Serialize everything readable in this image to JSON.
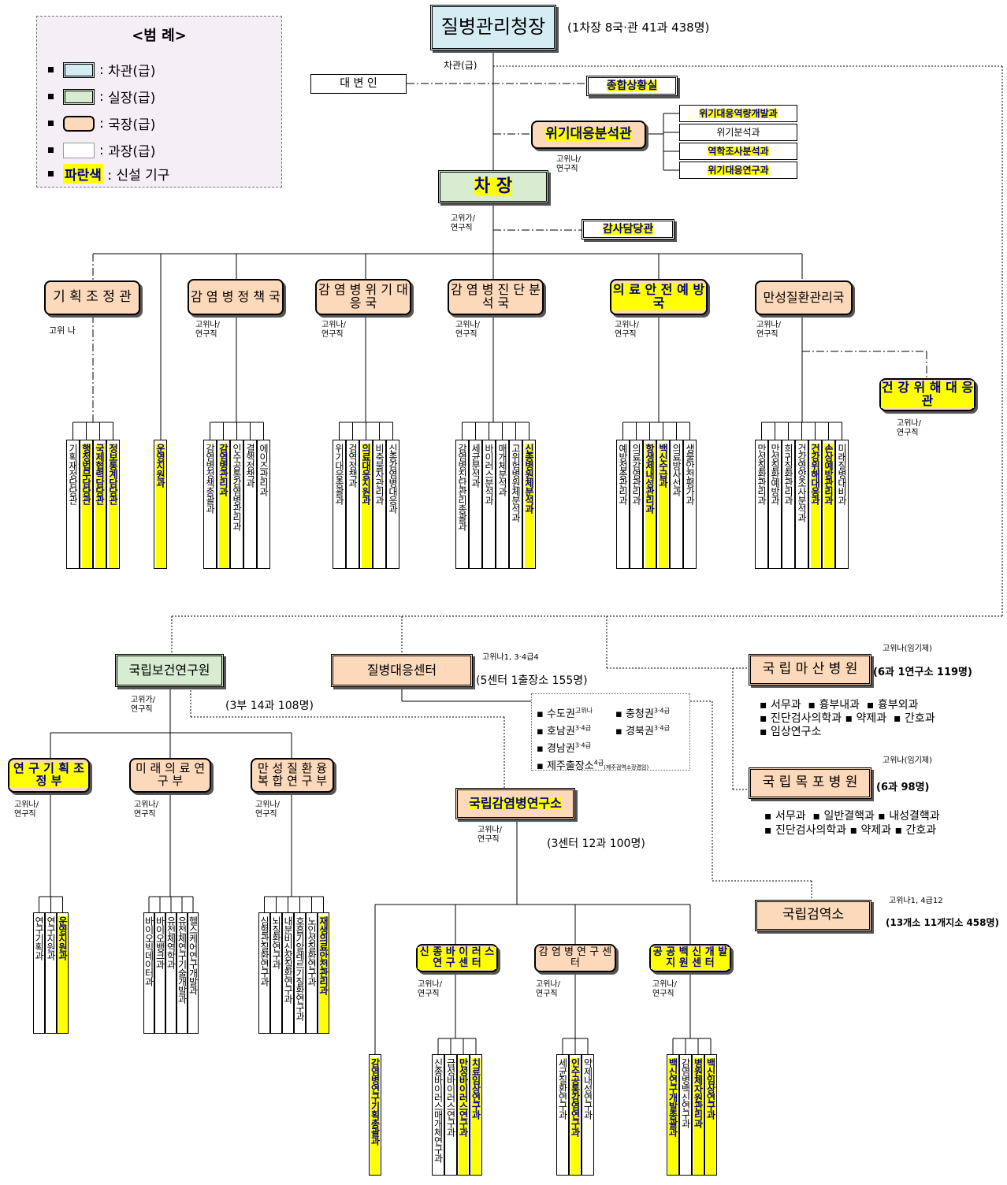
{
  "legend": {
    "title": "<범 례>",
    "items": [
      "차관(급)",
      "실장(급)",
      "국장(급)",
      "과장(급)"
    ],
    "new_label": "파란색",
    "new_desc": ": 신설 기구",
    "colon": ":"
  },
  "head": {
    "title": "질병관리청장",
    "summary": "(1차장 8국·관 41과 438명)",
    "grade": "차관(급)"
  },
  "hq": {
    "spokesman": "대 변 인",
    "situation_room": "종합상황실",
    "crisis_analyst": "위기대응분석관",
    "crisis_note": "고위나/\n연구직",
    "crisis_units": [
      "위기대응역량개발과",
      "위기분석과",
      "역학조사분석과",
      "위기대응연구과"
    ],
    "vice_minister": "차 장",
    "vice_note": "고위가/\n연구직",
    "auditor": "감사담당관"
  },
  "bureaus": [
    {
      "name": "기 획 조 정 관",
      "note": "고위 나",
      "units": [
        "기획재정담당관",
        "행정법무담당관",
        "국제협력담당관",
        "정보통계담당관"
      ],
      "new": [
        false,
        true,
        true,
        true
      ]
    },
    {
      "name": "운영지원과",
      "units": [
        "운영지원과"
      ],
      "new": [
        true
      ]
    },
    {
      "name": "감 염 병 정 책 국",
      "note": "고위나/\n연구직",
      "units": [
        "감염병정책총괄과",
        "감염병관리과",
        "인수공통감염병관리과",
        "결핵정책과",
        "에이즈관리과"
      ],
      "new": [
        false,
        true,
        false,
        false,
        false
      ]
    },
    {
      "name": "감 염 병 위 기 대 응 국",
      "note": "고위나/\n연구직",
      "units": [
        "위기대응총괄과",
        "검역정책과",
        "의료대응지원과",
        "비축물자관리과",
        "신종감염병대응과"
      ],
      "new": [
        false,
        false,
        true,
        false,
        false
      ]
    },
    {
      "name": "감 염 병 진 단 분 석 국",
      "note": "고위나/\n연구직",
      "units": [
        "감염병진단관리총괄과",
        "세균분석과",
        "바이러스분석과",
        "매개체분석과",
        "고위험병원체분석과",
        "신종병원체분석과"
      ],
      "new": [
        false,
        false,
        false,
        false,
        false,
        true
      ]
    },
    {
      "name": "의 료 안 전 예 방 국",
      "note": "고위나/\n연구직",
      "units": [
        "예방접종관리과",
        "의료감염관리과",
        "항생제내성관리과",
        "백신수급과",
        "의료방사선과",
        "생물안전평가과"
      ],
      "new": [
        false,
        false,
        true,
        true,
        false,
        false
      ]
    },
    {
      "name": "만성질환관리국",
      "note": "고위나/\n연구직",
      "units": [
        "만성질환관리과",
        "만성질환예방과",
        "희귀질환관리과",
        "건강영양조사분석과",
        "건강위해대응과",
        "손상예방관리과",
        "미래질병대비과"
      ],
      "new": [
        false,
        false,
        false,
        false,
        true,
        true,
        false
      ]
    }
  ],
  "health_risk": {
    "name": "건 강 위 해 대 응 관",
    "note": "고위나/\n연구직"
  },
  "nih": {
    "name": "국립보건연구원",
    "note": "고위가/\n연구직",
    "summary": "(3부 14과 108명)",
    "depts": [
      {
        "name": "연 구 기 획 조 정 부",
        "note": "고위나/\n연구직",
        "units": [
          "연구기획과",
          "연구지원과",
          "운영지원과"
        ],
        "new": [
          false,
          false,
          true
        ]
      },
      {
        "name": "미 래 의 료 연 구 부",
        "note": "고위나/\n연구직",
        "units": [
          "바이오빅데이터과",
          "바이오뱅크과",
          "유전체역학과",
          "유전체연구기술개발과",
          "헬스케어연구개발과"
        ],
        "new": [
          false,
          false,
          false,
          false,
          false
        ]
      },
      {
        "name": "만 성 질 환 융 복 합 연 구 부",
        "note": "고위나/\n연구직",
        "units": [
          "심혈관질환연구과",
          "뇌질환연구과",
          "내분비신장질환연구과",
          "호흡기알레르기질환연구과",
          "노인성질환연구과",
          "재생의료안전관리과"
        ],
        "new": [
          false,
          false,
          false,
          false,
          false,
          true
        ]
      }
    ]
  },
  "response_center": {
    "name": "질병대응센터",
    "note": "고위나1, 3·4급4",
    "summary": "(5센터 1출장소 155명)",
    "regions": [
      "수도권",
      "충청권",
      "호남권",
      "경북권",
      "경남권",
      "제주출장소"
    ],
    "region_grades": [
      "고위나",
      "3·4급",
      "3·4급",
      "3·4급",
      "3·4급",
      "4급"
    ],
    "jeju_note": "(제주검역소장겸임)"
  },
  "niid": {
    "name": "국립감염병연구소",
    "note": "고위나/\n연구직",
    "summary": "(3센터 12과 100명)",
    "planning": {
      "units": [
        "감염병연구기획총괄과"
      ],
      "new": [
        true
      ]
    },
    "centers": [
      {
        "name": "신 종 바 이 러 스 연 구 센 터",
        "note": "고위나/\n연구직",
        "units": [
          "신종바이러스매개체연구과",
          "급성바이러스연구과",
          "만성바이러스연구과",
          "치료임상연구과"
        ],
        "new": [
          false,
          false,
          true,
          true
        ]
      },
      {
        "name": "감 염 병 연 구 센 터",
        "note": "고위나/\n연구직",
        "units": [
          "세균질환연구과",
          "인수공통감염연구과",
          "약제내성연구과"
        ],
        "new": [
          false,
          true,
          false
        ]
      },
      {
        "name": "공 공 백 신 개 발 지 원 센 터",
        "note": "고위나/\n연구직",
        "units": [
          "백신연구개발총괄과",
          "감염병백신연구과",
          "병원체자원관리과",
          "백신임상연구과"
        ],
        "new": [
          true,
          false,
          true,
          true
        ]
      }
    ]
  },
  "masan": {
    "name": "국 립 마 산 병 원",
    "note": "고위나(임기제)",
    "summary": "(6과 1연구소 119명)",
    "units": [
      "서무과",
      "흉부내과",
      "흉부외과",
      "진단검사의학과",
      "약제과",
      "간호과",
      "임상연구소"
    ]
  },
  "mokpo": {
    "name": "국 립 목 포 병 원",
    "note": "고위나(임기제)",
    "summary": "(6과 98명)",
    "units": [
      "서무과",
      "일반결핵과",
      "내성결핵과",
      "진단검사의학과",
      "약제과",
      "간호과"
    ]
  },
  "quarantine": {
    "name": "국립검역소",
    "note": "고위나1, 4급12",
    "summary": "(13개소 11개지소 458명)"
  },
  "colors": {
    "vice": "#d4ecf2",
    "office": "#d7ecd0",
    "bureau": "#fcd9ba",
    "new_highlight": "#ffff00",
    "new_text": "#00008b"
  }
}
